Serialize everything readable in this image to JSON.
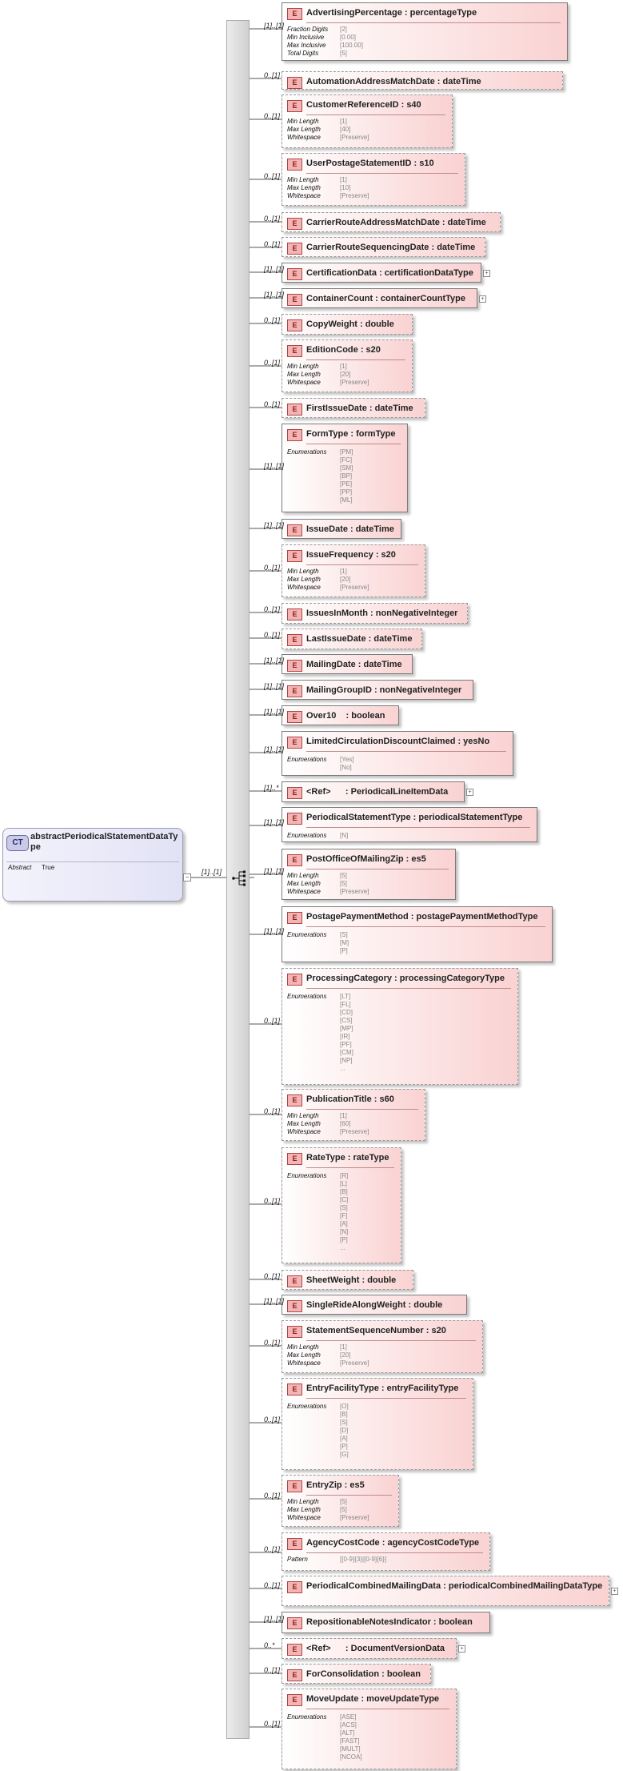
{
  "complex_type": {
    "badge": "CT",
    "name": "abstractPeriodicalStatementDataType",
    "attribute_label": "Abstract",
    "attribute_value": "True",
    "multiplicity": "[1]..[1]"
  },
  "elements": [
    {
      "badge": "E",
      "label": "AdvertisingPercentage : percentageType",
      "multiplicity": "[1]..[1]",
      "optional": false,
      "facets": [
        {
          "label": "Fraction Digits",
          "value": "[2]"
        },
        {
          "label": "Min Inclusive",
          "value": "[0.00]"
        },
        {
          "label": "Max Inclusive",
          "value": "[100.00]"
        },
        {
          "label": "Total Digits",
          "value": "[5]"
        }
      ]
    },
    {
      "badge": "E",
      "label": "AutomationAddressMatchDate : dateTime",
      "multiplicity": "0..[1]",
      "optional": true
    },
    {
      "badge": "E",
      "label": "CustomerReferenceID : s40",
      "multiplicity": "0..[1]",
      "optional": true,
      "facets": [
        {
          "label": "Min Length",
          "value": "[1]"
        },
        {
          "label": "Max Length",
          "value": "[40]"
        },
        {
          "label": "Whitespace",
          "value": "[Preserve]"
        }
      ]
    },
    {
      "badge": "E",
      "label": "UserPostageStatementID : s10",
      "multiplicity": "0..[1]",
      "optional": true,
      "facets": [
        {
          "label": "Min Length",
          "value": "[1]"
        },
        {
          "label": "Max Length",
          "value": "[10]"
        },
        {
          "label": "Whitespace",
          "value": "[Preserve]"
        }
      ]
    },
    {
      "badge": "E",
      "label": "CarrierRouteAddressMatchDate : dateTime",
      "multiplicity": "0..[1]",
      "optional": true
    },
    {
      "badge": "E",
      "label": "CarrierRouteSequencingDate : dateTime",
      "multiplicity": "0..[1]",
      "optional": true
    },
    {
      "badge": "E",
      "label": "CertificationData : certificationDataType",
      "multiplicity": "[1]..[1]",
      "optional": false,
      "expand": true
    },
    {
      "badge": "E",
      "label": "ContainerCount : containerCountType",
      "multiplicity": "[1]..[1]",
      "optional": false,
      "expand": true
    },
    {
      "badge": "E",
      "label": "CopyWeight : double",
      "multiplicity": "0..[1]",
      "optional": true
    },
    {
      "badge": "E",
      "label": "EditionCode : s20",
      "multiplicity": "0..[1]",
      "optional": true,
      "facets": [
        {
          "label": "Min Length",
          "value": "[1]"
        },
        {
          "label": "Max Length",
          "value": "[20]"
        },
        {
          "label": "Whitespace",
          "value": "[Preserve]"
        }
      ]
    },
    {
      "badge": "E",
      "label": "FirstIssueDate : dateTime",
      "multiplicity": "0..[1]",
      "optional": true
    },
    {
      "badge": "E",
      "label": "FormType : formType",
      "multiplicity": "[1]..[1]",
      "optional": false,
      "enum_label": "Enumerations",
      "enums": [
        "[PM]",
        "[FC]",
        "[SM]",
        "[BP]",
        "[PE]",
        "[PP]",
        "[ML]"
      ]
    },
    {
      "badge": "E",
      "label": "IssueDate : dateTime",
      "multiplicity": "[1]..[1]",
      "optional": false
    },
    {
      "badge": "E",
      "label": "IssueFrequency : s20",
      "multiplicity": "0..[1]",
      "optional": true,
      "facets": [
        {
          "label": "Min Length",
          "value": "[1]"
        },
        {
          "label": "Max Length",
          "value": "[20]"
        },
        {
          "label": "Whitespace",
          "value": "[Preserve]"
        }
      ]
    },
    {
      "badge": "E",
      "label": "IssuesInMonth : nonNegativeInteger",
      "multiplicity": "0..[1]",
      "optional": true
    },
    {
      "badge": "E",
      "label": "LastIssueDate : dateTime",
      "multiplicity": "0..[1]",
      "optional": true
    },
    {
      "badge": "E",
      "label": "MailingDate : dateTime",
      "multiplicity": "[1]..[1]",
      "optional": false
    },
    {
      "badge": "E",
      "label": "MailingGroupID : nonNegativeInteger",
      "multiplicity": "[1]..[1]",
      "optional": false
    },
    {
      "badge": "E",
      "label": "Over10    : boolean",
      "multiplicity": "[1]..[1]",
      "optional": false
    },
    {
      "badge": "E",
      "label": "LimitedCirculationDiscountClaimed : yesNo",
      "multiplicity": "[1]..[1]",
      "optional": false,
      "enum_label": "Enumerations",
      "enums": [
        "[Yes]",
        "[No]"
      ]
    },
    {
      "badge": "E",
      "label": "<Ref>      : PeriodicalLineItemData",
      "multiplicity": "[1]..*",
      "optional": false,
      "expand": true
    },
    {
      "badge": "E",
      "label": "PeriodicalStatementType : periodicalStatementType",
      "multiplicity": "[1]..[1]",
      "optional": false,
      "enum_label": "Enumerations",
      "enums": [
        "[N]"
      ]
    },
    {
      "badge": "E",
      "label": "PostOfficeOfMailingZip : es5",
      "multiplicity": "[1]..[1]",
      "optional": false,
      "facets": [
        {
          "label": "Min Length",
          "value": "[5]"
        },
        {
          "label": "Max Length",
          "value": "[5]"
        },
        {
          "label": "Whitespace",
          "value": "[Preserve]"
        }
      ]
    },
    {
      "badge": "E",
      "label": "PostagePaymentMethod : postagePaymentMethodType",
      "multiplicity": "[1]..[1]",
      "optional": false,
      "enum_label": "Enumerations",
      "enums": [
        "[S]",
        "[M]",
        "[P]"
      ]
    },
    {
      "badge": "E",
      "label": "ProcessingCategory : processingCategoryType",
      "multiplicity": "0..[1]",
      "optional": true,
      "enum_label": "Enumerations",
      "enums": [
        "[LT]",
        "[FL]",
        "[CD]",
        "[CS]",
        "[MP]",
        "[IR]",
        "[PF]",
        "[CM]",
        "[NP]",
        "..."
      ]
    },
    {
      "badge": "E",
      "label": "PublicationTitle : s60",
      "multiplicity": "0..[1]",
      "optional": true,
      "facets": [
        {
          "label": "Min Length",
          "value": "[1]"
        },
        {
          "label": "Max Length",
          "value": "[60]"
        },
        {
          "label": "Whitespace",
          "value": "[Preserve]"
        }
      ]
    },
    {
      "badge": "E",
      "label": "RateType : rateType",
      "multiplicity": "0..[1]",
      "optional": true,
      "enum_label": "Enumerations",
      "enums": [
        "[R]",
        "[L]",
        "[B]",
        "[C]",
        "[S]",
        "[F]",
        "[A]",
        "[N]",
        "[P]",
        "..."
      ]
    },
    {
      "badge": "E",
      "label": "SheetWeight : double",
      "multiplicity": "0..[1]",
      "optional": true
    },
    {
      "badge": "E",
      "label": "SingleRideAlongWeight : double",
      "multiplicity": "[1]..[1]",
      "optional": false
    },
    {
      "badge": "E",
      "label": "StatementSequenceNumber : s20",
      "multiplicity": "0..[1]",
      "optional": true,
      "facets": [
        {
          "label": "Min Length",
          "value": "[1]"
        },
        {
          "label": "Max Length",
          "value": "[20]"
        },
        {
          "label": "Whitespace",
          "value": "[Preserve]"
        }
      ]
    },
    {
      "badge": "E",
      "label": "EntryFacilityType : entryFacilityType",
      "multiplicity": "0..[1]",
      "optional": true,
      "enum_label": "Enumerations",
      "enums": [
        "[O]",
        "[B]",
        "[S]",
        "[D]",
        "[A]",
        "[P]",
        "[G]"
      ]
    },
    {
      "badge": "E",
      "label": "EntryZip : es5",
      "multiplicity": "0..[1]",
      "optional": true,
      "facets": [
        {
          "label": "Min Length",
          "value": "[5]"
        },
        {
          "label": "Max Length",
          "value": "[5]"
        },
        {
          "label": "Whitespace",
          "value": "[Preserve]"
        }
      ]
    },
    {
      "badge": "E",
      "label": "AgencyCostCode : agencyCostCodeType",
      "multiplicity": "0..[1]",
      "optional": true,
      "facets": [
        {
          "label": "Pattern",
          "value": "[[0-9]{3}|[0-9]{6}]"
        }
      ]
    },
    {
      "badge": "E",
      "label": "PeriodicalCombinedMailingData : periodicalCombinedMailingDataType",
      "multiplicity": "0..[1]",
      "optional": true,
      "expand": true
    },
    {
      "badge": "E",
      "label": "RepositionableNotesIndicator : boolean",
      "multiplicity": "[1]..[1]",
      "optional": false
    },
    {
      "badge": "E",
      "label": "<Ref>      : DocumentVersionData",
      "multiplicity": "0..*",
      "optional": true,
      "expand": true
    },
    {
      "badge": "E",
      "label": "ForConsolidation : boolean",
      "multiplicity": "0..[1]",
      "optional": true
    },
    {
      "badge": "E",
      "label": "MoveUpdate : moveUpdateType",
      "multiplicity": "0..[1]",
      "optional": true,
      "enum_label": "Enumerations",
      "enums": [
        "[ASE]",
        "[ACS]",
        "[ALT]",
        "[FAST]",
        "[MULT]",
        "[NCOA]"
      ]
    }
  ]
}
